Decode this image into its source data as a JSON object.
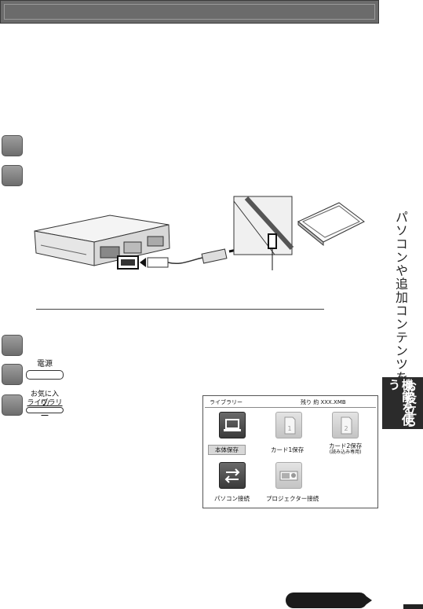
{
  "labels": {
    "power_key": "電源",
    "library_key_line1": "お気に入り/",
    "library_key_line2": "ライブラリー"
  },
  "side_index": {
    "chapter_title": "パソコンや追加コンテンツを使う",
    "tab_label_line1": "お役立ち",
    "tab_label_line2": "機能を使う"
  },
  "library_screen": {
    "title": "ライブラリー",
    "remaining": "残り 約 XXX.XMB",
    "items": [
      {
        "label": "本体保存",
        "icon": "laptop-icon",
        "selected": true
      },
      {
        "label": "カード1保存",
        "icon": "sd-card-1-icon",
        "selected": false
      },
      {
        "label": "カード2保存",
        "sub": "(読み込み専用)",
        "icon": "sd-card-2-icon",
        "selected": false
      },
      {
        "label": "パソコン接続",
        "icon": "transfer-arrows-icon",
        "selected": false
      },
      {
        "label": "プロジェクター接続",
        "icon": "projector-icon",
        "selected": false
      }
    ]
  },
  "colors": {
    "header": "#6b6b6b",
    "tab": "#2b2b2b"
  }
}
